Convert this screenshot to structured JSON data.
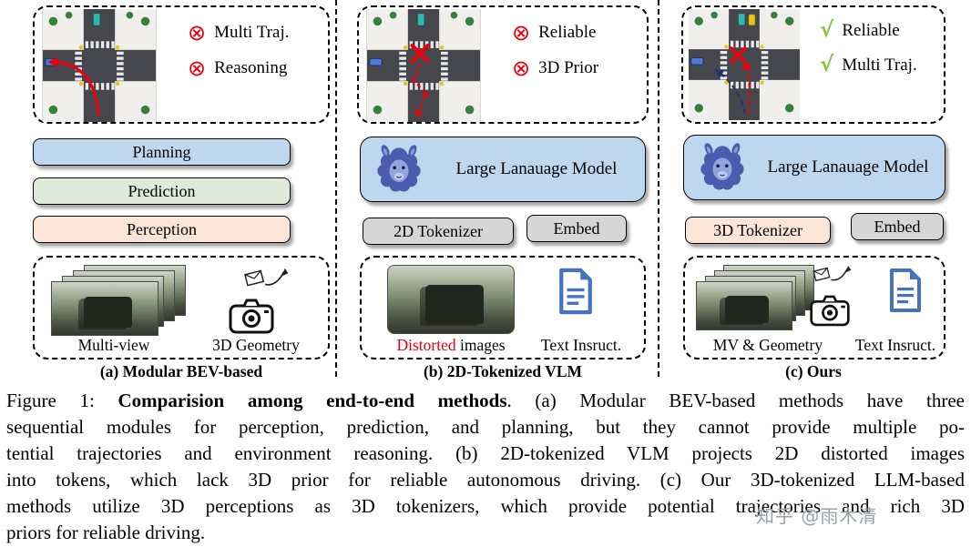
{
  "colors": {
    "module_blue": "#BDD7EE",
    "module_green": "#DEEBD8",
    "module_salmon": "#FBE5D6",
    "box_gray": "#D6D6D6",
    "llm_blue": "#BDD7EE",
    "error_red": "#E8000D",
    "check_green": "#85C441",
    "doc_blue": "#4472C4"
  },
  "icons": {
    "cross_circle": "⊗",
    "check": "√"
  },
  "panel_a": {
    "caption": "(a) Modular BEV-based",
    "badges": [
      "Multi Traj.",
      "Reasoning"
    ],
    "modules": [
      "Planning",
      "Prediction",
      "Perception"
    ],
    "inputs": [
      "Multi-view",
      "3D Geometry"
    ]
  },
  "panel_b": {
    "caption": "(b) 2D-Tokenized VLM",
    "badges": [
      "Reliable",
      "3D Prior"
    ],
    "llm_label": "Large Lanauage Model",
    "tokenizer_label": "2D Tokenizer",
    "embed_label": "Embed",
    "input1_highlight": "Distorted",
    "input1_rest": " images",
    "input2": "Text Insruct."
  },
  "panel_c": {
    "caption": "(c) Ours",
    "badges": [
      "Reliable",
      "Multi Traj."
    ],
    "llm_label": "Large Lanauage Model",
    "tokenizer_label": "3D Tokenizer",
    "embed_label": "Embed",
    "inputs": [
      "MV & Geometry",
      "Text Insruct."
    ]
  },
  "figure_caption": {
    "prefix": "Figure 1: ",
    "bold": "Comparision among end-to-end methods",
    "line1_rest": ". (a) Modular BEV-based methods have three",
    "line2": "sequential modules for perception, prediction, and planning, but they cannot provide multiple po-",
    "line3": "tential trajectories and environment reasoning. (b) 2D-tokenized VLM projects 2D distorted images",
    "line4": "into tokens, which lack 3D prior for reliable autonomous driving. (c) Our 3D-tokenized LLM-based",
    "line5": "methods utilize 3D perceptions as 3D tokenizers, which provide potential trajectories and rich 3D",
    "line6": "priors for reliable driving."
  },
  "watermark": "知乎 @雨木清"
}
